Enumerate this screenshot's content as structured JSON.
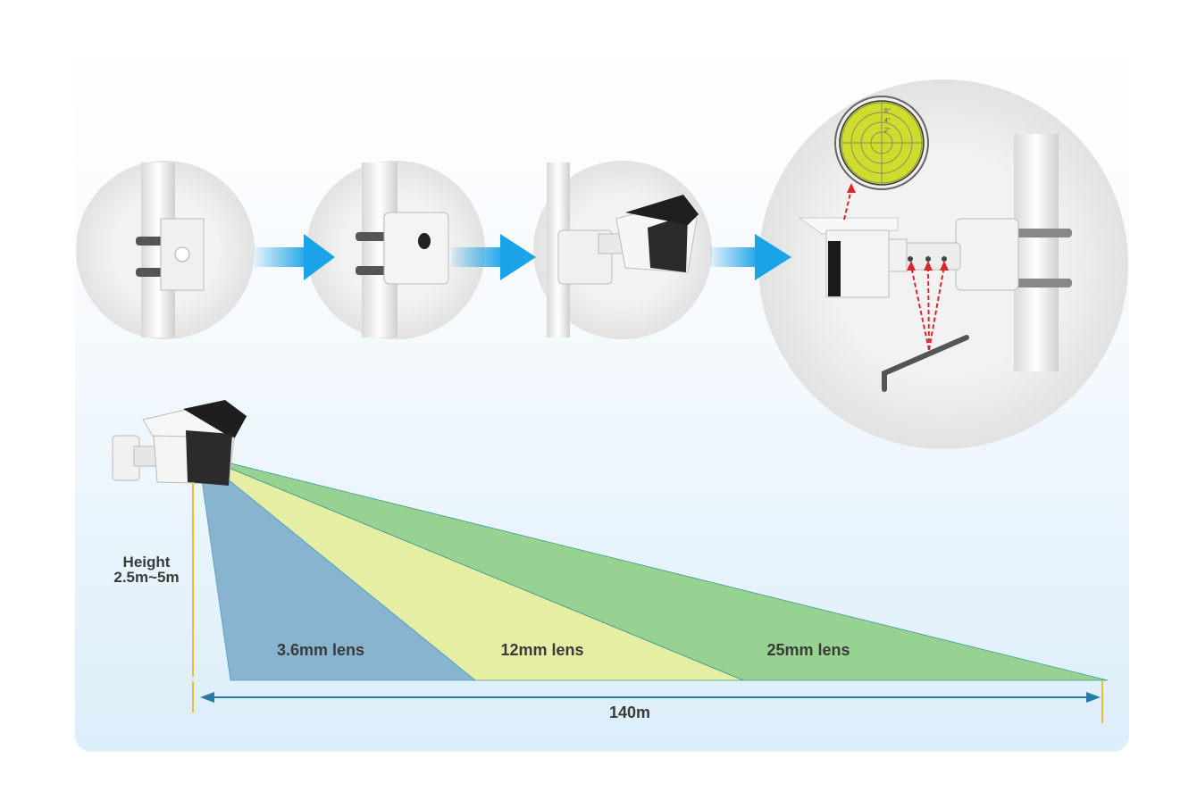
{
  "steps": [
    {
      "name": "pole-mount-bracket"
    },
    {
      "name": "junction-box"
    },
    {
      "name": "camera-mounted"
    },
    {
      "name": "camera-leveling-detail"
    }
  ],
  "level_gauge": {
    "ticks": [
      "2°",
      "4°",
      "6°"
    ]
  },
  "height_label": {
    "line1": "Height",
    "line2": "2.5m~5m"
  },
  "lenses": [
    {
      "label": "3.6mm lens",
      "color": "#89b4cf"
    },
    {
      "label": "12mm lens",
      "color": "#e6eea4"
    },
    {
      "label": "25mm lens",
      "color": "#98d293"
    }
  ],
  "distance_label": "140m",
  "colors": {
    "arrow": "#1aa3e6",
    "dimension": "#2a7aa8",
    "marker": "#f2b93a",
    "level": "#cfdc2e",
    "panel_bottom": "#dbeefa"
  }
}
